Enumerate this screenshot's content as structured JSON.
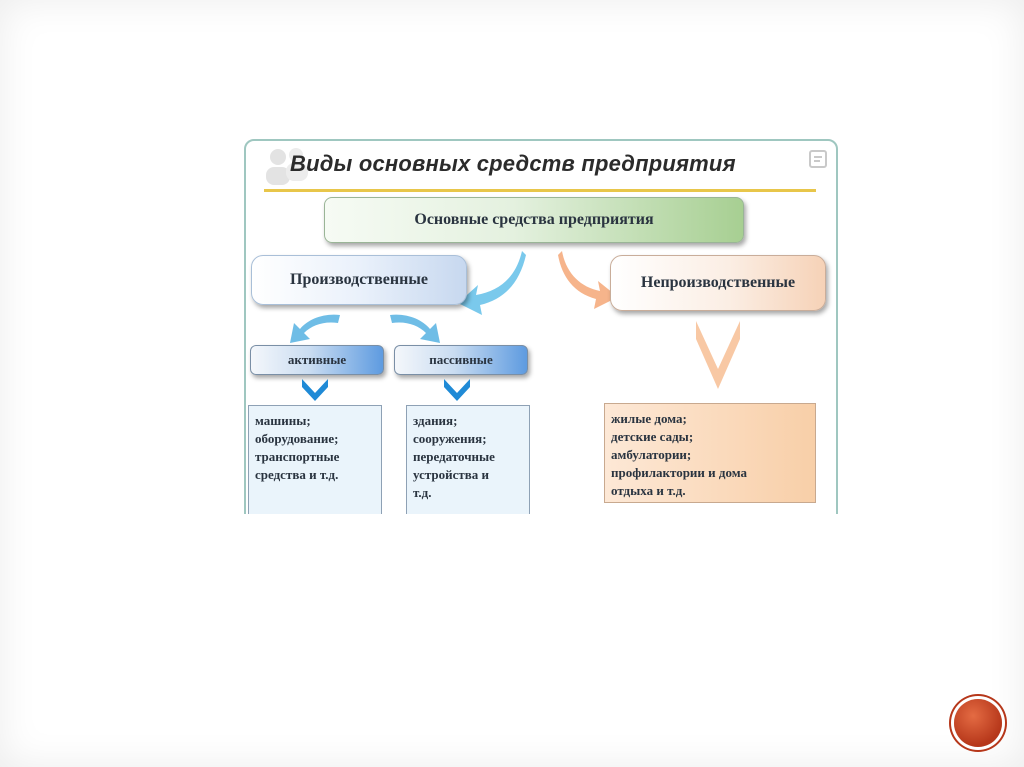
{
  "diagram": {
    "title": "Виды основных средств предприятия",
    "root": "Основные средства предприятия",
    "production": "Производственные",
    "nonproduction": "Непроизводственные",
    "active": "активные",
    "passive": "пассивные",
    "active_items": [
      "машины;",
      "оборудование;",
      "транспортные",
      "средства и т.д."
    ],
    "passive_items": [
      "здания;",
      "сооружения;",
      "передаточные",
      "устройства и",
      "т.д."
    ],
    "nonproduction_items": [
      "жилые дома;",
      "детские сады;",
      "амбулатории;",
      "профилактории и дома",
      "отдыха и т.д."
    ]
  },
  "colors": {
    "root_fill": "#a7cf92",
    "production_fill": "#c7d8ef",
    "nonproduction_fill": "#f6d2b7",
    "blue_arrow": "#5fb6e3",
    "orange_arrow": "#f4a777",
    "nav_button": "#b6371a"
  },
  "icons": {
    "nav_button": "circle-button"
  }
}
